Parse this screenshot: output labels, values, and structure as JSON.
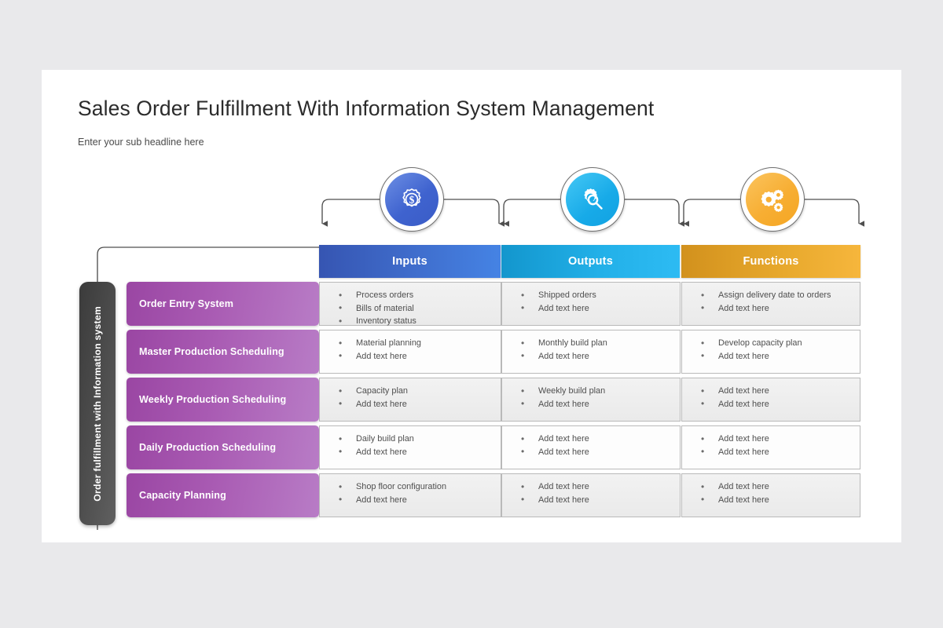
{
  "slide": {
    "title": "Sales Order Fulfillment With Information System Management",
    "subtitle": "Enter your sub headline here",
    "background_color": "#e9e9eb",
    "canvas_color": "#ffffff"
  },
  "vertical_label": "Order fulfillment with Information system",
  "badges": [
    {
      "id": "badge-dollar-gear",
      "icon": "gear-dollar-icon",
      "color": "#3f63cf"
    },
    {
      "id": "badge-gear-search",
      "icon": "gear-magnifier-icon",
      "color": "#17aae8"
    },
    {
      "id": "badge-gears",
      "icon": "multi-gear-icon",
      "color": "#f7ae33"
    }
  ],
  "columns": [
    {
      "label": "Inputs",
      "color_from": "#3655b2",
      "color_to": "#4583e4"
    },
    {
      "label": "Outputs",
      "color_from": "#1396cd",
      "color_to": "#2dbbf3"
    },
    {
      "label": "Functions",
      "color_from": "#d2911d",
      "color_to": "#f6b63c"
    }
  ],
  "rows": [
    {
      "label": "Order Entry System",
      "cells": [
        [
          "Process orders",
          "Bills of material",
          "Inventory status"
        ],
        [
          "Shipped orders",
          "Add text here"
        ],
        [
          "Assign delivery date to orders",
          "Add text here"
        ]
      ]
    },
    {
      "label": "Master Production Scheduling",
      "cells": [
        [
          "Material planning",
          "Add text here"
        ],
        [
          "Monthly build plan",
          "Add text here"
        ],
        [
          "Develop capacity plan",
          "Add text here"
        ]
      ]
    },
    {
      "label": "Weekly Production Scheduling",
      "cells": [
        [
          "Capacity plan",
          "Add text here"
        ],
        [
          "Weekly build plan",
          "Add text here"
        ],
        [
          "Add text here",
          "Add text here"
        ]
      ]
    },
    {
      "label": "Daily Production Scheduling",
      "cells": [
        [
          "Daily build plan",
          "Add text here"
        ],
        [
          "Add text here",
          "Add text here"
        ],
        [
          "Add text here",
          "Add text here"
        ]
      ]
    },
    {
      "label": "Capacity Planning",
      "cells": [
        [
          "Shop floor configuration",
          "Add text here"
        ],
        [
          "Add text here",
          "Add text here"
        ],
        [
          "Add text here",
          "Add text here"
        ]
      ]
    }
  ],
  "theme": {
    "row_label_from": "#9a46a3",
    "row_label_to": "#b87cc6",
    "vbar_from": "#3b3b3b",
    "vbar_to": "#606060",
    "connector_stroke": "#4f4f4f"
  }
}
